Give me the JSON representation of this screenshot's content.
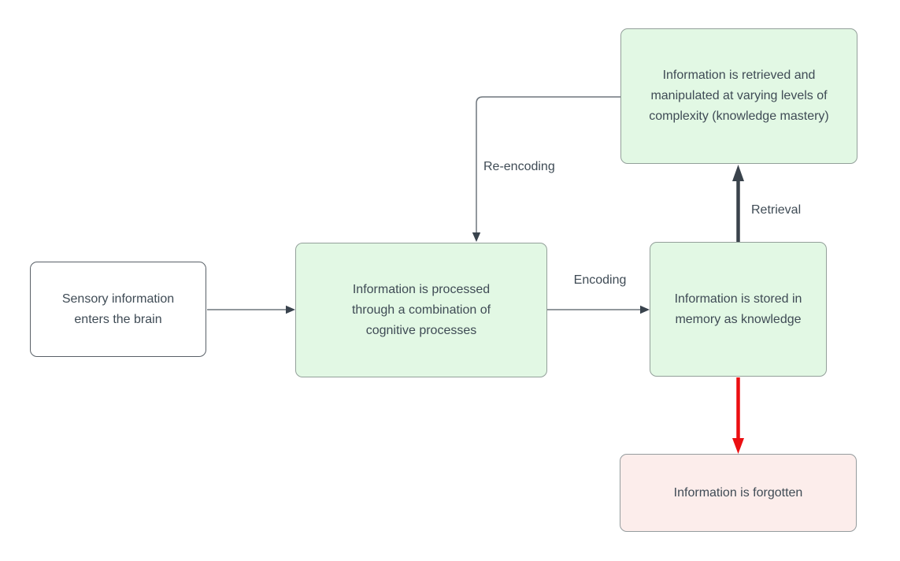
{
  "nodes": {
    "sensory": {
      "label": "Sensory information enters the brain"
    },
    "processed": {
      "label": "Information is processed through a combination of cognitive processes"
    },
    "stored": {
      "label": "Information is stored in memory as knowledge"
    },
    "retrieved": {
      "label": "Information is retrieved and manipulated at varying levels of complexity (knowledge mastery)"
    },
    "forgotten": {
      "label": "Information is forgotten"
    }
  },
  "edges": [
    {
      "from": "sensory",
      "to": "processed",
      "label": ""
    },
    {
      "from": "processed",
      "to": "stored",
      "label": "Encoding"
    },
    {
      "from": "stored",
      "to": "retrieved",
      "label": "Retrieval"
    },
    {
      "from": "retrieved",
      "to": "processed",
      "label": "Re-encoding"
    },
    {
      "from": "stored",
      "to": "forgotten",
      "label": ""
    }
  ],
  "colors": {
    "background": "#ffffff",
    "green_fill": "#e2f8e4",
    "green_border": "#93a09a",
    "pink_fill": "#fcedeb",
    "pink_border": "#959c9e",
    "white_fill": "#ffffff",
    "white_border": "#596067",
    "text": "#3f4b55",
    "arrow_line": "#6e767d",
    "arrow_head": "#39434d",
    "thick_arrow": "#3a434c",
    "red_arrow": "#eb0f12"
  }
}
